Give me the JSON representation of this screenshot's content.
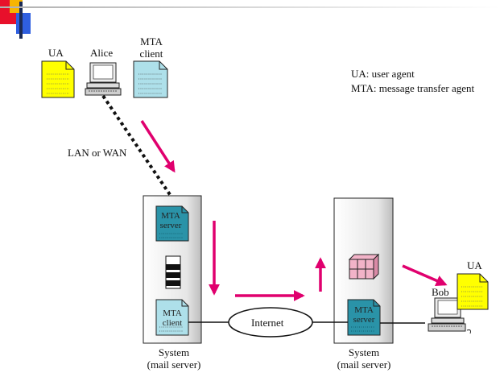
{
  "labels": {
    "ua_left": "UA",
    "alice": "Alice",
    "mta_client_top_line1": "MTA",
    "mta_client_top_line2": "client",
    "legend_ua": "UA: user agent",
    "legend_mta": "MTA: message transfer agent",
    "lan_wan": "LAN or WAN",
    "mta_server_left_line1": "MTA",
    "mta_server_left_line2": "server",
    "mta_client_left_line1": "MTA",
    "mta_client_left_line2": "client",
    "internet": "Internet",
    "mta_server_right_line1": "MTA",
    "mta_server_right_line2": "server",
    "bob": "Bob",
    "ua_right": "UA",
    "system_left_line1": "System",
    "system_left_line2": "(mail server)",
    "system_right_line1": "System",
    "system_right_line2": "(mail server)"
  },
  "colors": {
    "ua_doc": "#ffff00",
    "mta_doc": "#aee0ea",
    "mta_doc_dark": "#2a93a8",
    "arrow": "#e0006e",
    "server_box": "#dcdcdc",
    "mailbox": "#f2b3c8"
  },
  "icons": [
    "computer-icon",
    "document-icon",
    "queue-icon",
    "mailbox-icon"
  ]
}
